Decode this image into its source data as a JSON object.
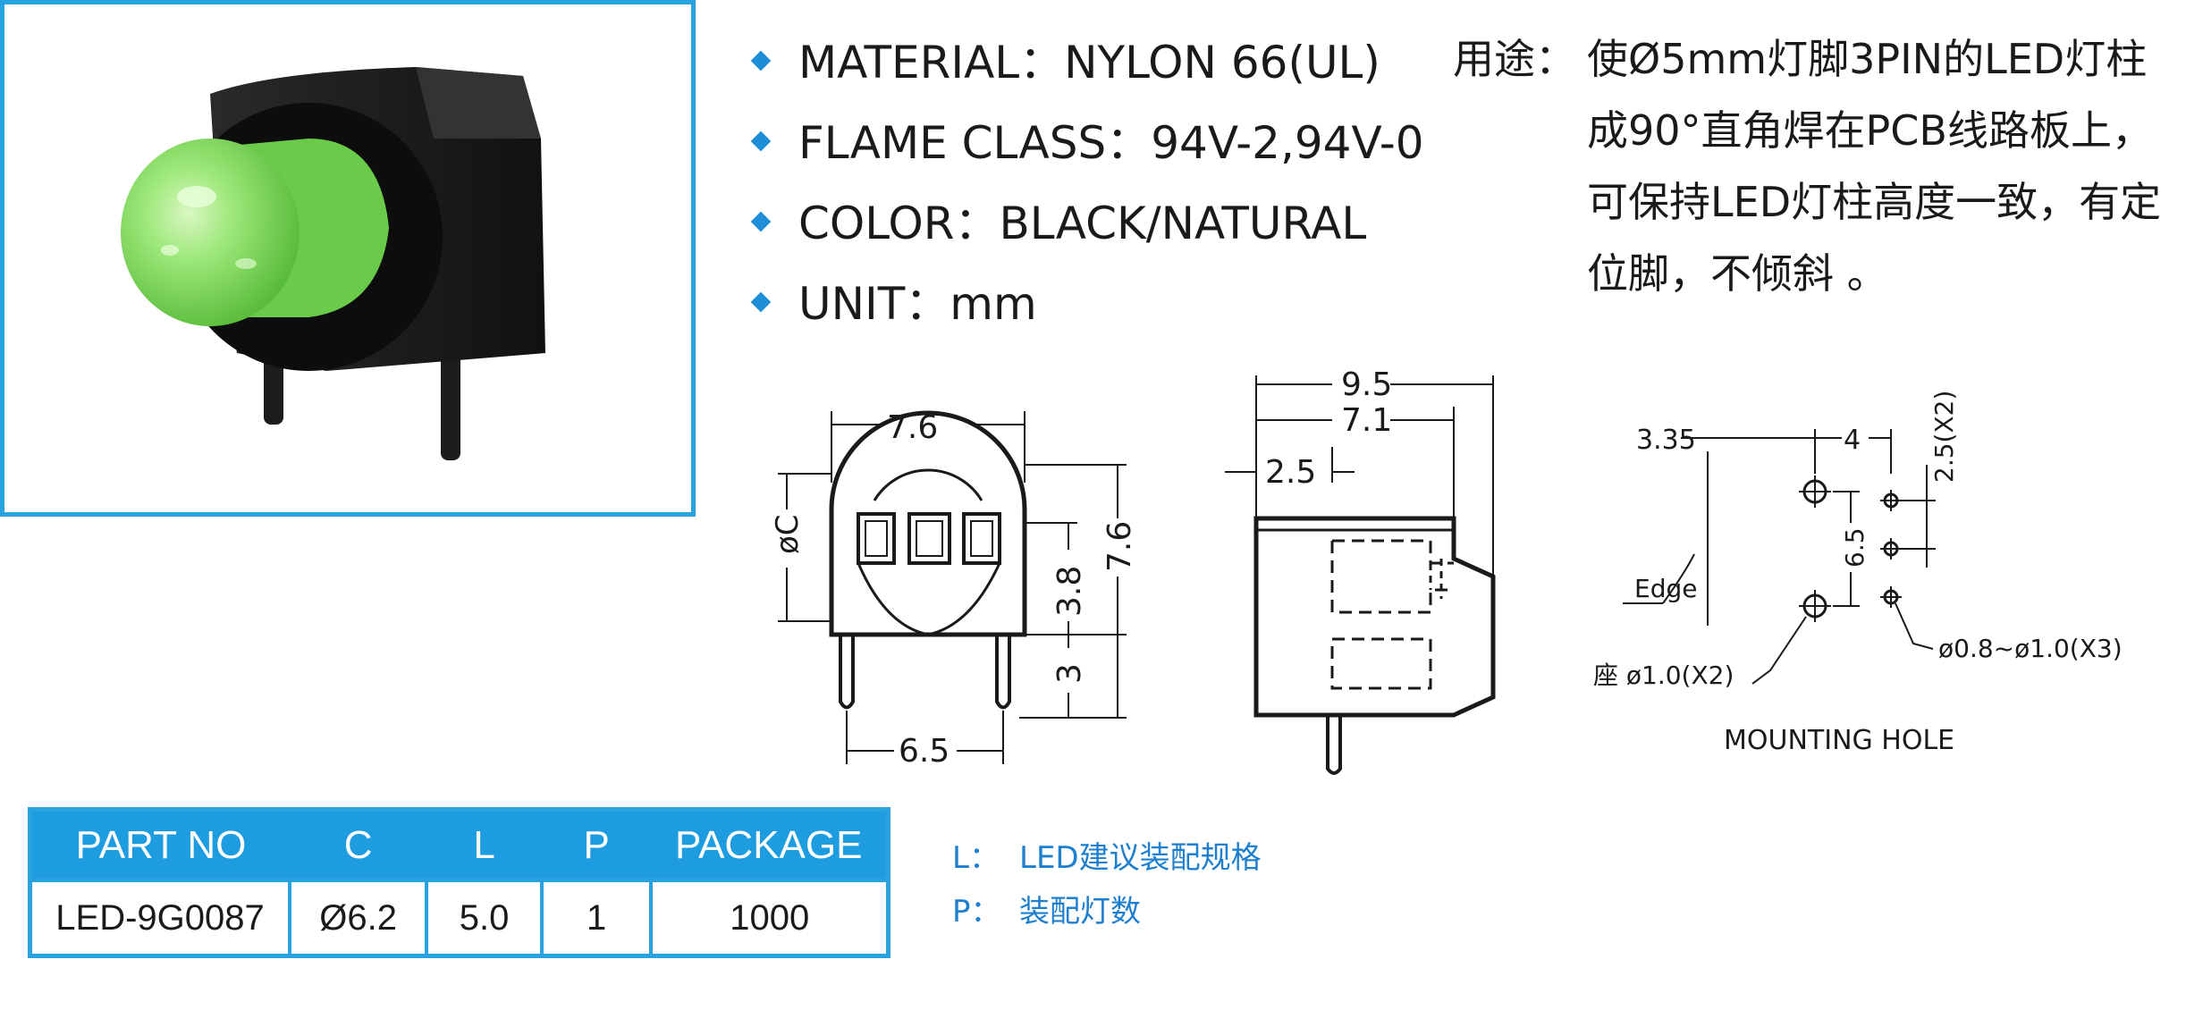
{
  "specs": [
    {
      "key": "MATERIAL",
      "sep": "：",
      "value": "NYLON 66(UL)"
    },
    {
      "key": "FLAME CLASS",
      "sep": "：",
      "value": "94V-2,94V-0"
    },
    {
      "key": "COLOR",
      "sep": "：",
      "value": "BLACK/NATURAL"
    },
    {
      "key": "UNIT",
      "sep": "：",
      "value": "mm"
    }
  ],
  "usage": {
    "label": "用途：",
    "lines": [
      "使Ø5mm灯脚3PIN的LED灯柱",
      "成90°直角焊在PCB线路板上，",
      "可保持LED灯柱高度一致，有定",
      "位脚，不倾斜 。"
    ]
  },
  "front_view": {
    "dim_top": "7.6",
    "dim_diameter": "øC",
    "dim_height": "7.6",
    "dim_inner": "3.8",
    "dim_pin": "3",
    "dim_bottom": "6.5"
  },
  "side_view": {
    "dim_total": "9.5",
    "dim_body": "7.1",
    "dim_offset": "2.5"
  },
  "mounting": {
    "dim_edge": "3.35",
    "dim_spacing": "4",
    "dim_pitch": "2.5(X2)",
    "dim_vertical": "6.5",
    "edge_label": "Edge",
    "hole_big": "座 ø1.0(X2)",
    "hole_small": "ø0.8~ø1.0(X3)",
    "title": "MOUNTING HOLE"
  },
  "table": {
    "headers": [
      "PART NO",
      "C",
      "L",
      "P",
      "PACKAGE"
    ],
    "rows": [
      [
        "LED-9G0087",
        "Ø6.2",
        "5.0",
        "1",
        "1000"
      ]
    ]
  },
  "notes": {
    "l_key": "L：",
    "l_text": "LED建议装配规格",
    "p_key": "P：",
    "p_text": "装配灯数"
  },
  "colors": {
    "accent": "#29a3e0",
    "header_bg": "#1e9ce0",
    "note": "#1e7fcf",
    "led_green": "#8ee06a"
  }
}
